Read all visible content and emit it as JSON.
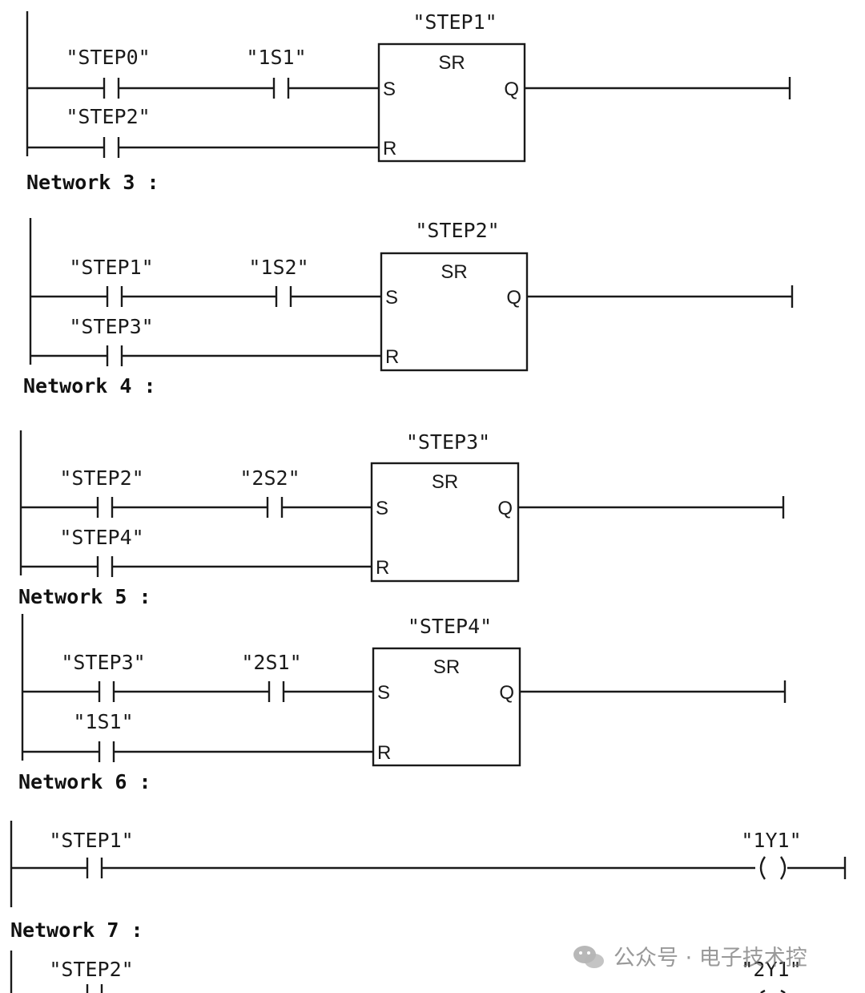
{
  "blocks": [
    {
      "block_label": "SR",
      "output_tag": "\"STEP1\"",
      "set_contacts": [
        "\"STEP0\"",
        "\"1S1\""
      ],
      "reset_contact": "\"STEP2\"",
      "pins": {
        "set": "S",
        "reset": "R",
        "out": "Q"
      }
    },
    {
      "network_label": "Network 3 :",
      "block_label": "SR",
      "output_tag": "\"STEP2\"",
      "set_contacts": [
        "\"STEP1\"",
        "\"1S2\""
      ],
      "reset_contact": "\"STEP3\"",
      "pins": {
        "set": "S",
        "reset": "R",
        "out": "Q"
      }
    },
    {
      "network_label": "Network 4 :",
      "block_label": "SR",
      "output_tag": "\"STEP3\"",
      "set_contacts": [
        "\"STEP2\"",
        "\"2S2\""
      ],
      "reset_contact": "\"STEP4\"",
      "pins": {
        "set": "S",
        "reset": "R",
        "out": "Q"
      }
    },
    {
      "network_label": "Network 5 :",
      "block_label": "SR",
      "output_tag": "\"STEP4\"",
      "set_contacts": [
        "\"STEP3\"",
        "\"2S1\""
      ],
      "reset_contact": "\"1S1\"",
      "pins": {
        "set": "S",
        "reset": "R",
        "out": "Q"
      }
    }
  ],
  "coil_networks": [
    {
      "network_label": "Network 6 :",
      "contact": "\"STEP1\"",
      "coil": "\"1Y1\"",
      "coil_symbol": "( )"
    },
    {
      "network_label": "Network 7 :",
      "contact": "\"STEP2\"",
      "coil": "\"2Y1\""
    }
  ],
  "watermark": {
    "icon": "wechat-icon",
    "text": "公众号 · 电子技术控"
  }
}
